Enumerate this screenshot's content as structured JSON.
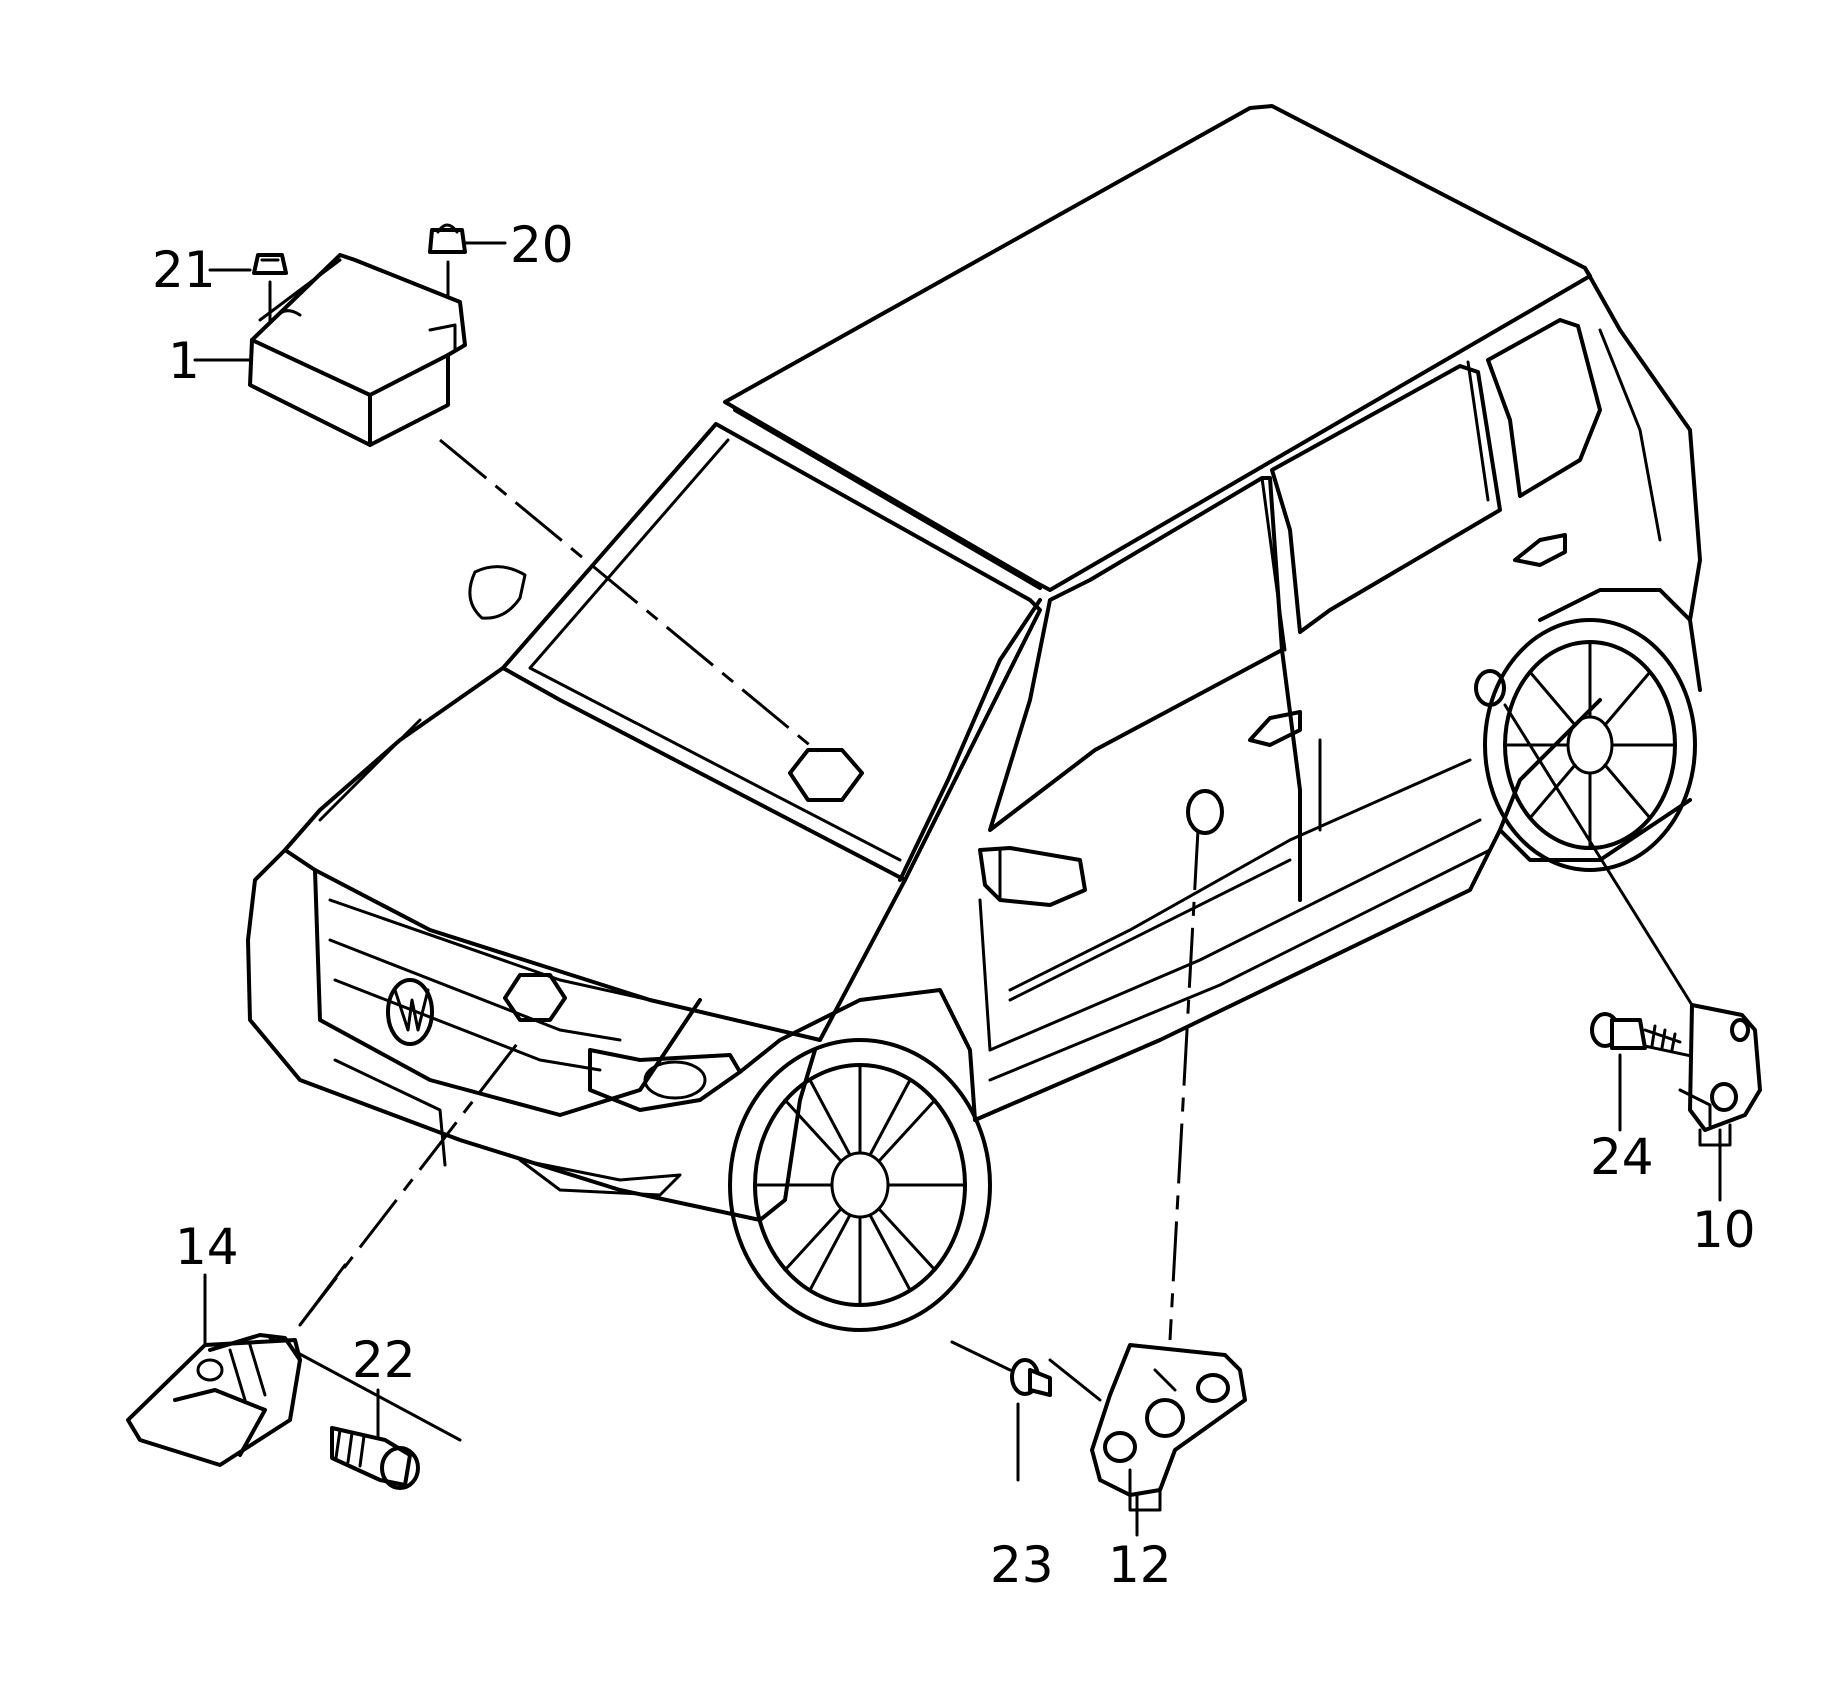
{
  "callouts": {
    "p1": "1",
    "p10": "10",
    "p12": "12",
    "p14": "14",
    "p20": "20",
    "p21": "21",
    "p22": "22",
    "p23": "23",
    "p24": "24"
  }
}
